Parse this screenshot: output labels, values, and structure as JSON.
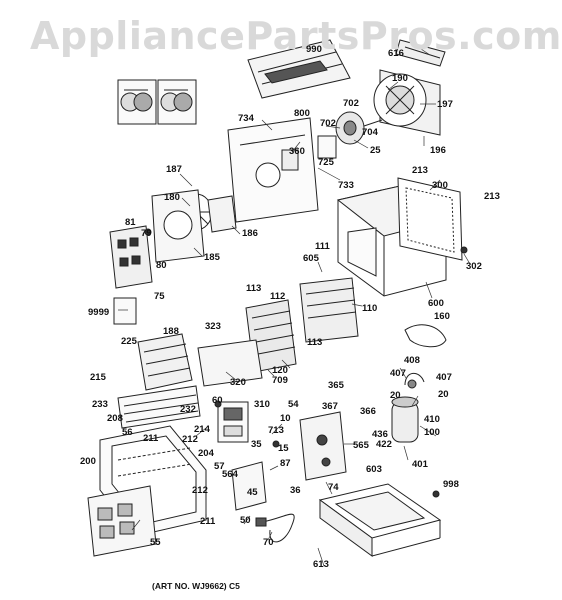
{
  "watermark": "AppliancePartsPros.com",
  "caption": "(ART NO. WJ9662) C5",
  "callouts": [
    "990",
    "616",
    "190",
    "702",
    "197",
    "800",
    "734",
    "360",
    "702",
    "704",
    "25",
    "196",
    "725",
    "733",
    "187",
    "180",
    "186",
    "213",
    "300",
    "213",
    "81",
    "79",
    "80",
    "75",
    "185",
    "111",
    "605",
    "302",
    "9999",
    "113",
    "112",
    "110",
    "113",
    "600",
    "160",
    "188",
    "323",
    "225",
    "120",
    "709",
    "320",
    "365",
    "408",
    "407",
    "407",
    "215",
    "233",
    "310",
    "60",
    "54",
    "20",
    "20",
    "208",
    "232",
    "10",
    "713",
    "367",
    "366",
    "410",
    "214",
    "56",
    "211",
    "212",
    "204",
    "35",
    "15",
    "87",
    "422",
    "100",
    "436",
    "565",
    "401",
    "57",
    "564",
    "36",
    "74",
    "603",
    "998",
    "212",
    "45",
    "211",
    "50",
    "200",
    "70",
    "55",
    "613"
  ]
}
